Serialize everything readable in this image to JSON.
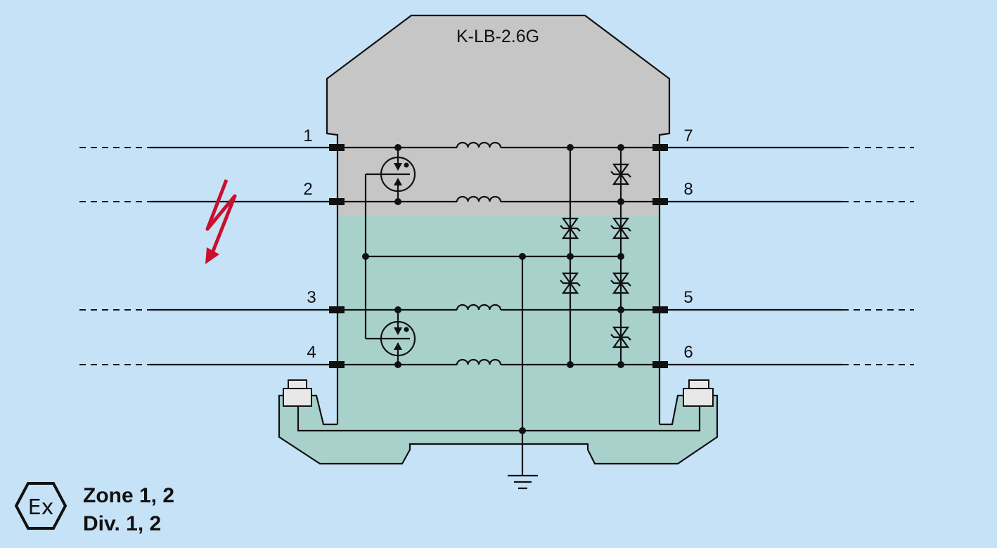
{
  "device": {
    "title": "K-LB-2.6G"
  },
  "terminals": {
    "left": [
      "1",
      "2",
      "3",
      "4"
    ],
    "right": [
      "7",
      "8",
      "5",
      "6"
    ]
  },
  "certification": {
    "logo_text": "Ex",
    "line1": "Zone 1, 2",
    "line2": "Div. 1, 2"
  },
  "colors": {
    "background": "#c6e2f7",
    "housing_top": "#c6c6c6",
    "housing_bottom": "#a9d1cc",
    "lightning": "#c8102e"
  }
}
